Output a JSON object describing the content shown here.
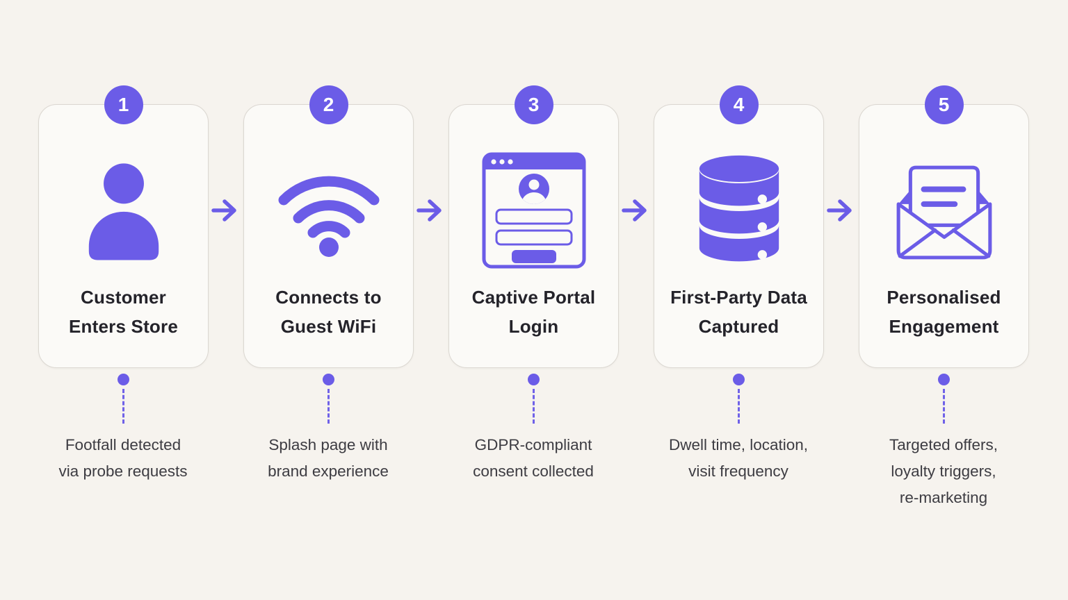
{
  "diagram": {
    "type": "process-flow",
    "topic": "Guest WiFi customer data journey",
    "accent_color": "#6B5CE7",
    "background_color": "#F6F3EE",
    "card_background": "#FBFAF7",
    "card_border_color": "#DBD7D1",
    "title_color": "#24232A",
    "caption_color": "#3D3C42",
    "steps": [
      {
        "number": "1",
        "title": "Customer\nEnters Store",
        "caption": "Footfall detected\nvia probe requests",
        "icon": "person-icon"
      },
      {
        "number": "2",
        "title": "Connects to\nGuest WiFi",
        "caption": "Splash page with\nbrand experience",
        "icon": "wifi-icon"
      },
      {
        "number": "3",
        "title": "Captive Portal\nLogin",
        "caption": "GDPR-compliant\nconsent collected",
        "icon": "captive-portal-icon"
      },
      {
        "number": "4",
        "title": "First-Party Data\nCaptured",
        "caption": "Dwell time, location,\nvisit frequency",
        "icon": "database-icon"
      },
      {
        "number": "5",
        "title": "Personalised\nEngagement",
        "caption": "Targeted offers,\nloyalty triggers,\nre-marketing",
        "icon": "envelope-icon"
      }
    ]
  }
}
